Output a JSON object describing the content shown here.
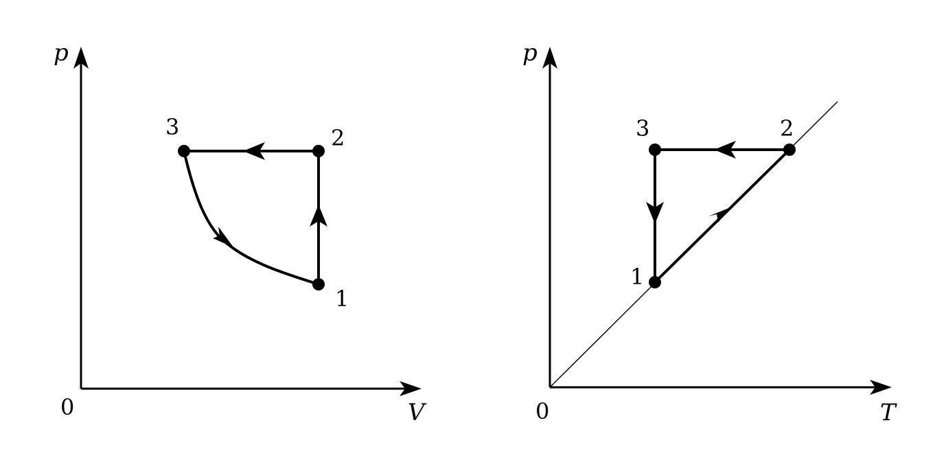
{
  "diagrams": [
    {
      "id": "pv",
      "y_axis_label": "p",
      "x_axis_label": "V",
      "origin_label": "0",
      "point_labels": [
        "1",
        "2",
        "3"
      ]
    },
    {
      "id": "pt",
      "y_axis_label": "p",
      "x_axis_label": "T",
      "origin_label": "0",
      "point_labels": [
        "1",
        "2",
        "3"
      ]
    }
  ]
}
